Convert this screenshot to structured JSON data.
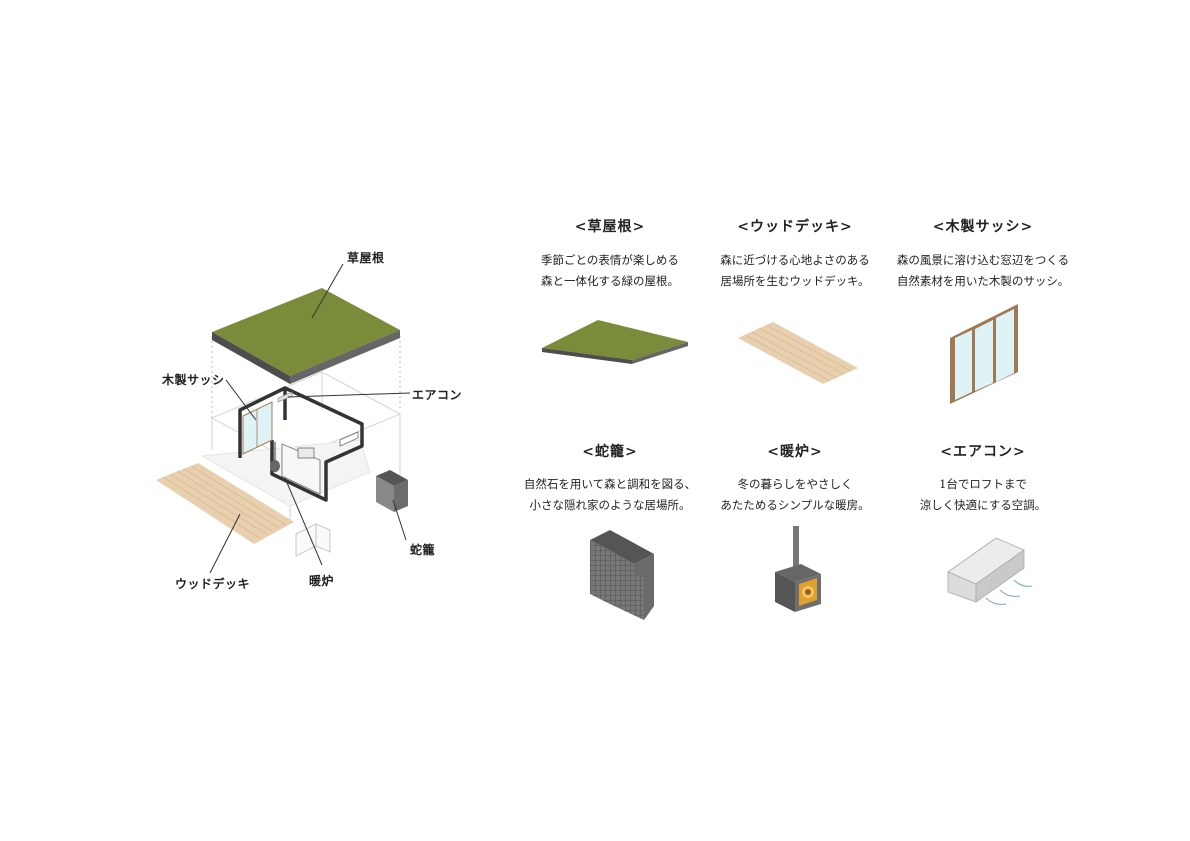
{
  "diagram": {
    "callouts": {
      "roof": "草屋根",
      "sash": "木製サッシ",
      "aircon": "エアコン",
      "snake_cage": "蛇籠",
      "stove": "暖炉",
      "deck": "ウッドデッキ"
    }
  },
  "legend": [
    {
      "title": "<草屋根>",
      "lines": [
        "季節ごとの表情が楽しめる",
        "森と一体化する緑の屋根。"
      ]
    },
    {
      "title": "<ウッドデッキ>",
      "lines": [
        "森に近づける心地よさのある",
        "居場所を生むウッドデッキ。"
      ]
    },
    {
      "title": "<木製サッシ>",
      "lines": [
        "森の風景に溶け込む窓辺をつくる",
        "自然素材を用いた木製のサッシ。"
      ]
    },
    {
      "title": "<蛇籠>",
      "lines": [
        "自然石を用いて森と調和を図る、",
        "小さな隠れ家のような居場所。"
      ]
    },
    {
      "title": "<暖炉>",
      "lines": [
        "冬の暮らしをやさしく",
        "あたためるシンプルな暖房。"
      ]
    },
    {
      "title": "<エアコン>",
      "lines": [
        "1台でロフトまで",
        "涼しく快適にする空調。"
      ]
    }
  ],
  "colors": {
    "grass": "#7a8b3a",
    "grass_edge": "#5c5c5c",
    "wood": "#e8cfae",
    "wood_line": "#d2b28c",
    "stone": "#7a7a7a",
    "glass": "#dff3f7",
    "frame": "#a07a55",
    "fire": "#e0a030",
    "aircon": "#dcdcdc",
    "air": "#6fa6d8"
  }
}
